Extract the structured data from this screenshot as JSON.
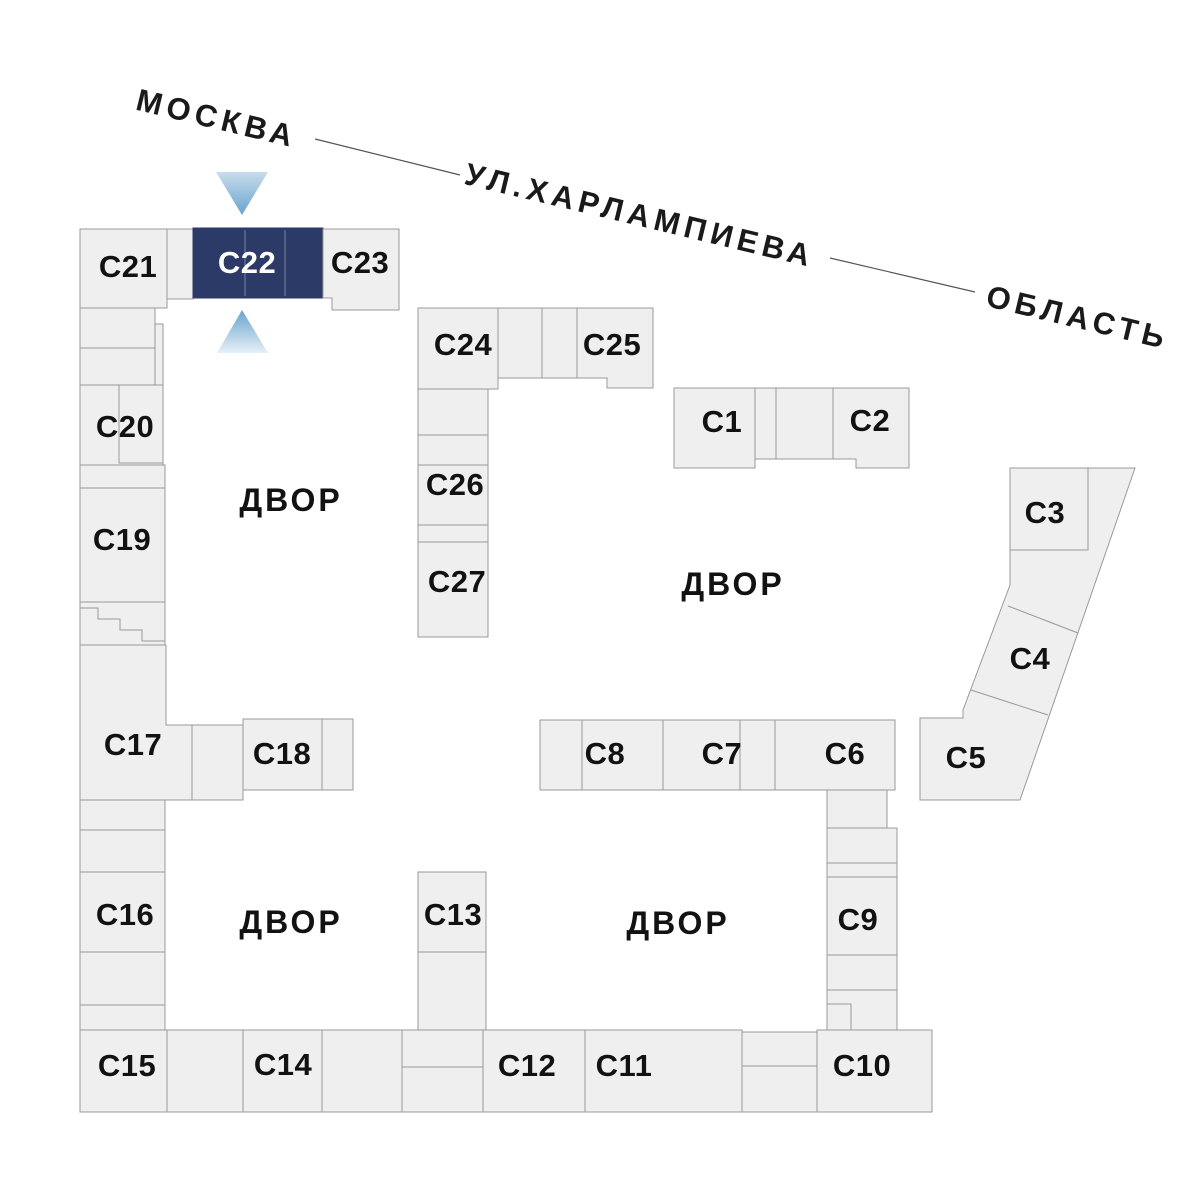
{
  "palette": {
    "background": "#ffffff",
    "building_fill": "#efefef",
    "building_stroke": "#9a9a9a",
    "highlight_fill": "#2b3a67",
    "highlight_stroke": "#2b3a67",
    "highlight_divider": "#6d779c",
    "highlight_label": "#ffffff",
    "label_color": "#121212",
    "street_color": "#1a1a1a",
    "street_line": "#555555",
    "arrow_dark": "#67a4ce",
    "arrow_light": "#d8e8f3"
  },
  "highlighted_building": "С22",
  "streets": {
    "moscow": "МОСКВА",
    "street": "УЛ.ХАРЛАМПИЕВА",
    "oblast": "ОБЛАСТЬ"
  },
  "courtyard": {
    "label": "ДВОР"
  },
  "buildings": {
    "c1": {
      "label": "С1"
    },
    "c2": {
      "label": "С2"
    },
    "c3": {
      "label": "С3"
    },
    "c4": {
      "label": "С4"
    },
    "c5": {
      "label": "С5"
    },
    "c6": {
      "label": "С6"
    },
    "c7": {
      "label": "С7"
    },
    "c8": {
      "label": "С8"
    },
    "c9": {
      "label": "С9"
    },
    "c10": {
      "label": "С10"
    },
    "c11": {
      "label": "С11"
    },
    "c12": {
      "label": "С12"
    },
    "c13": {
      "label": "С13"
    },
    "c14": {
      "label": "С14"
    },
    "c15": {
      "label": "С15"
    },
    "c16": {
      "label": "С16"
    },
    "c17": {
      "label": "С17"
    },
    "c18": {
      "label": "С18"
    },
    "c19": {
      "label": "С19"
    },
    "c20": {
      "label": "С20"
    },
    "c21": {
      "label": "С21"
    },
    "c22": {
      "label": "С22"
    },
    "c23": {
      "label": "С23"
    },
    "c24": {
      "label": "С24"
    },
    "c25": {
      "label": "С25"
    },
    "c26": {
      "label": "С26"
    },
    "c27": {
      "label": "С27"
    }
  }
}
